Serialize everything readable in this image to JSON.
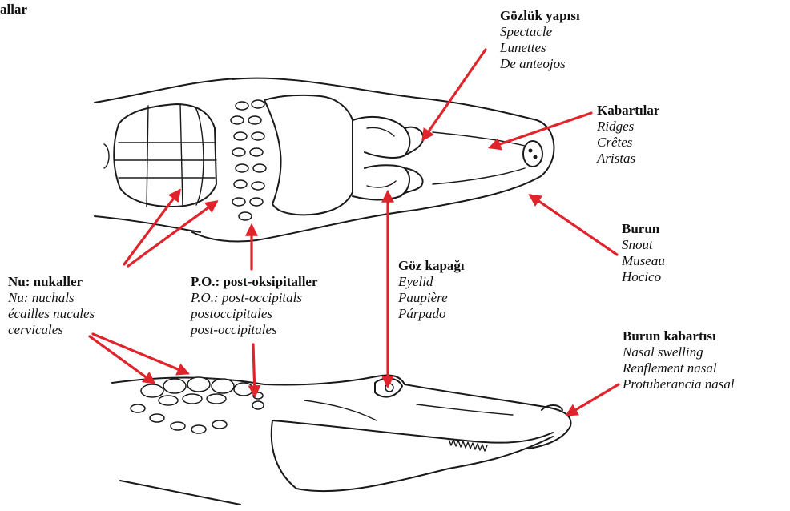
{
  "colors": {
    "arrow": "#e0242c",
    "ink": "#1a1a1a"
  },
  "corner_fragment": "allar",
  "labels": {
    "spectacle": {
      "title": "Gözlük yapısı",
      "translations": [
        "Spectacle",
        "Lunettes",
        "De anteojos"
      ]
    },
    "ridges": {
      "title": "Kabartılar",
      "translations": [
        "Ridges",
        "Crêtes",
        "Aristas"
      ]
    },
    "snout": {
      "title": "Burun",
      "translations": [
        "Snout",
        "Museau",
        "Hocico"
      ]
    },
    "nuchals": {
      "title": "Nu: nukaller",
      "translations": [
        "Nu: nuchals",
        "écailles nucales",
        "cervicales"
      ]
    },
    "postoccipitals": {
      "title": "P.O.: post-oksipitaller",
      "translations": [
        "P.O.: post-occipitals",
        "postoccipitales",
        "post-occipitales"
      ]
    },
    "eyelid": {
      "title": "Göz kapağı",
      "translations": [
        "Eyelid",
        "Paupière",
        "Párpado"
      ]
    },
    "nasal_swelling": {
      "title": "Burun kabartısı",
      "translations": [
        "Nasal swelling",
        "Renflement nasal",
        "Protuberancia nasal"
      ]
    }
  }
}
